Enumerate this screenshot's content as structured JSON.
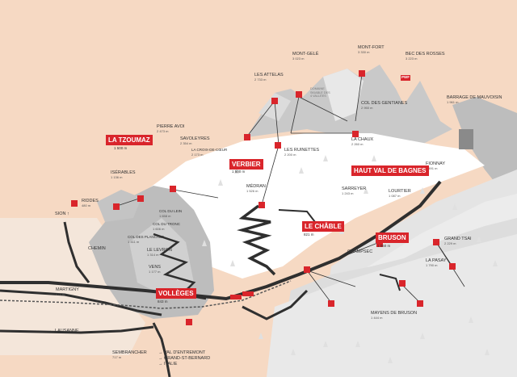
{
  "labels": {
    "mont_fort": {
      "name": "MONT-FORT",
      "alt": "3 330 m"
    },
    "mont_gele": {
      "name": "MONT-GELÉ",
      "alt": "3 023 m"
    },
    "bec_des_rosses": {
      "name": "BEC DES ROSSES",
      "alt": "3 223 m"
    },
    "les_attelas": {
      "name": "LES ATTELAS",
      "alt": "2 733 m"
    },
    "col_des_gentianes": {
      "name": "COL DES GENTIANES",
      "alt": "2 950 m"
    },
    "barrage_de_mauvoisin": {
      "name": "BARRAGE DE MAUVOISIN",
      "alt": "1 961 m"
    },
    "pierre_avoi": {
      "name": "PIERRE AVOI",
      "alt": "2 473 m"
    },
    "savoleyres": {
      "name": "SAVOLEYRES",
      "alt": "2 354 m"
    },
    "croix_de_coeur": {
      "name": "LA CROIX-DE-CŒUR",
      "alt": "2 173 m"
    },
    "les_ruinettes": {
      "name": "LES RUINETTES",
      "alt": "2 200 m"
    },
    "la_chaux": {
      "name": "LA CHAUX",
      "alt": "2 260 m"
    },
    "fionnay": {
      "name": "FIONNAY",
      "alt": "1 491 m"
    },
    "iserables": {
      "name": "ISÉRABLES",
      "alt": "1 136 m"
    },
    "riddes": {
      "name": "RIDDES",
      "alt": "480 m"
    },
    "sion": {
      "name": "SION ↑"
    },
    "col_du_lein": {
      "name": "COL DU LEIN",
      "alt": "1 658 m"
    },
    "col_du_tronc": {
      "name": "COL DU TRONC",
      "alt": "1 606 m"
    },
    "col_des_planches": {
      "name": "COL DES PLANCHES",
      "alt": "1 411 m"
    },
    "chemin": {
      "name": "CHEMIN"
    },
    "le_levron": {
      "name": "LE LEVRON",
      "alt": "1 314 m"
    },
    "vens": {
      "name": "VENS",
      "alt": "1 177 m"
    },
    "medran": {
      "name": "MÉDRAN",
      "alt": "1 526 m"
    },
    "sarreyer": {
      "name": "SARREYER",
      "alt": "1 243 m"
    },
    "lourtier": {
      "name": "LOURTIER",
      "alt": "1 087 m"
    },
    "champsec": {
      "name": "CHAMPSEC"
    },
    "grand_tsai": {
      "name": "GRAND TSAI",
      "alt": "2 229 m"
    },
    "la_pasay": {
      "name": "LA PASAY",
      "alt": "1 790 m"
    },
    "mayens_de_bruson": {
      "name": "MAYENS DE BRUSON",
      "alt": "1 444 m"
    },
    "martigny": {
      "name": "MARTIGNY",
      "alt": "471 m"
    },
    "lausanne": {
      "name": "← LAUSANNE"
    },
    "sembrancher": {
      "name": "SEMBRANCHER",
      "alt": "717 m"
    },
    "italie": {
      "name": "→ VAL D'ENTREMONT\n→ GRAND-ST-BERNARD\n→ ITALIE"
    },
    "domaine": {
      "name": "DOMAINE\nSKIABLE DES\n4 VALLÉES"
    },
    "pwf": {
      "name": "PWF"
    }
  },
  "highlights": {
    "la_tzoumaz": {
      "name": "LA TZOUMAZ",
      "alt": "1 500 m"
    },
    "verbier": {
      "name": "VERBIER",
      "alt": "1 500 m"
    },
    "haut_val_de_bagnes": {
      "name": "HAUT VAL DE BAGNES"
    },
    "le_chable": {
      "name": "LE CHÂBLE",
      "alt": "821 m"
    },
    "bruson": {
      "name": "BRUSON",
      "alt": "1 060 m"
    },
    "volleges": {
      "name": "VOLLÈGES",
      "alt": "843 m"
    }
  },
  "colors": {
    "accent": "#d9252b",
    "background": "#f6d9c3",
    "snow": "#ffffff",
    "rock": "#b9b9b9",
    "road": "#2f2f2f"
  }
}
